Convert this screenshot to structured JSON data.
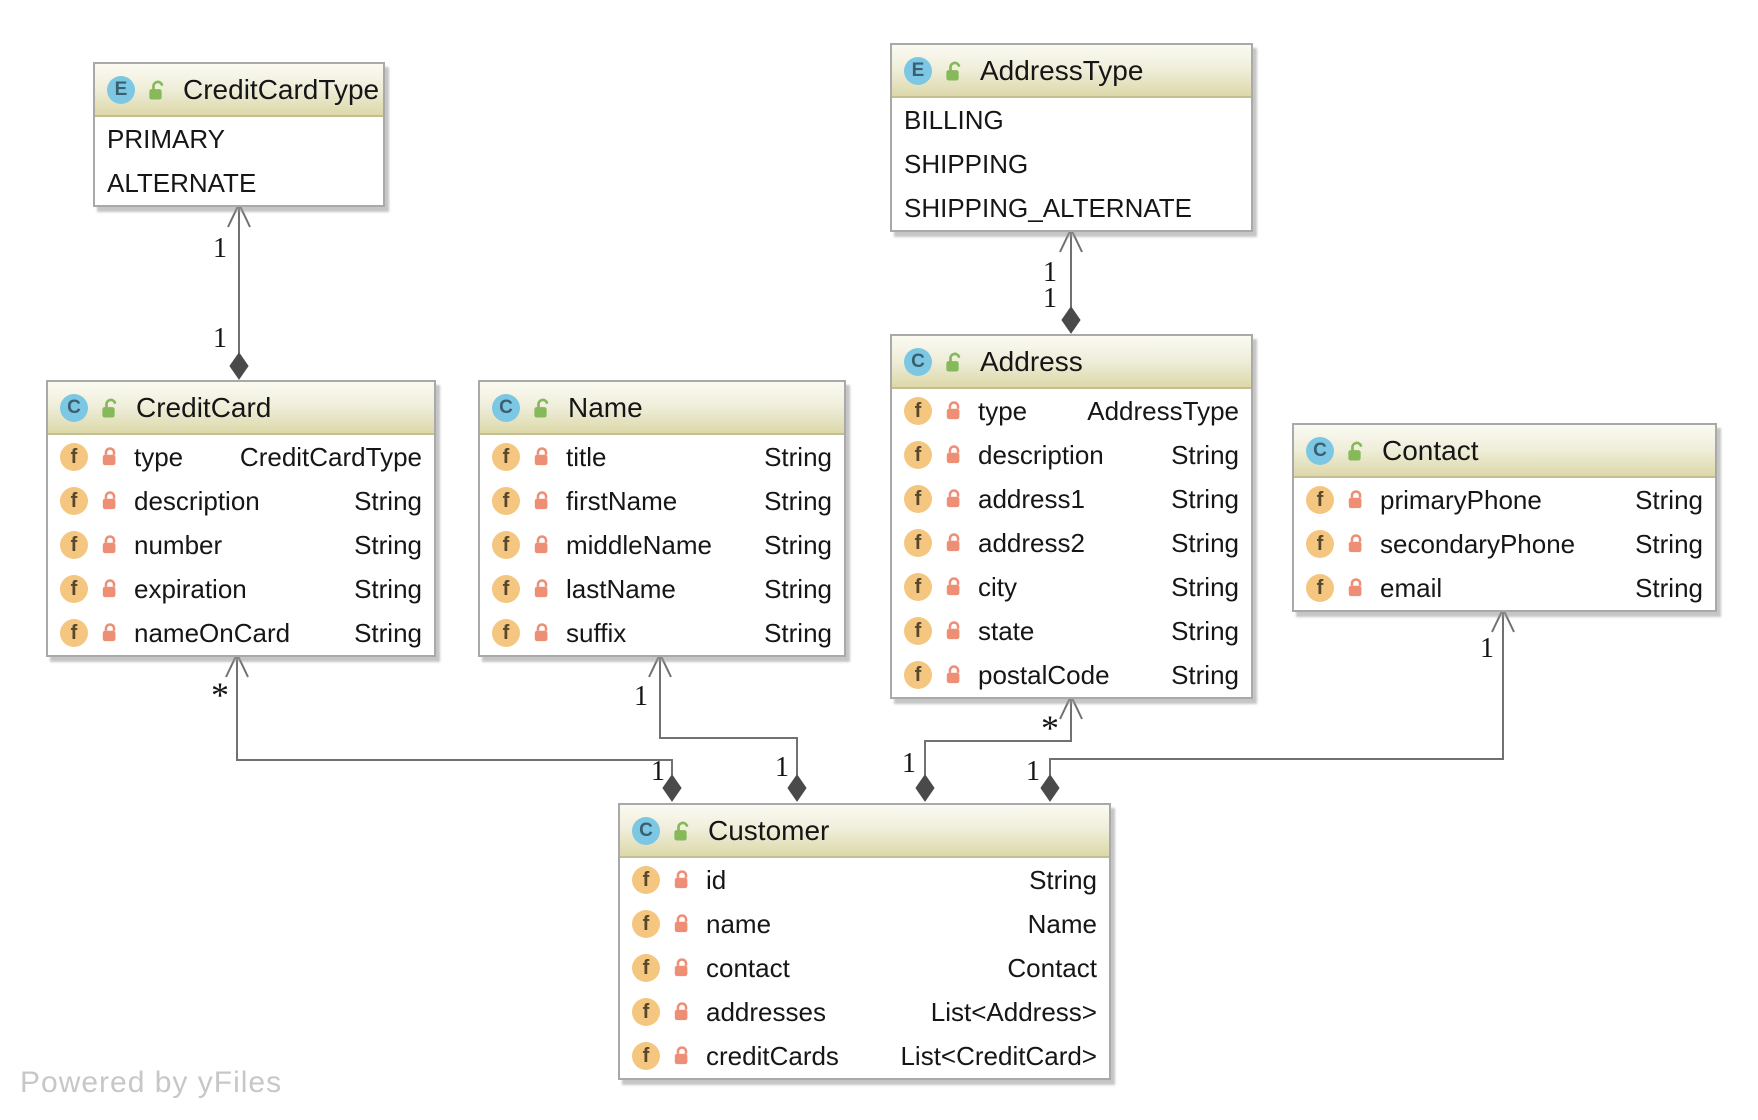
{
  "diagram": {
    "tool_watermark": "Powered by yFiles",
    "kind": "uml-class-diagram"
  },
  "colors": {
    "header_gradient_top": "#fbfaf2",
    "header_gradient_bottom": "#dcd8a9",
    "box_border": "#a9a9a9",
    "edge_line": "#717171",
    "diamond_fill": "#4a4a4a",
    "class_icon_bg": "#7cc7e3",
    "field_icon_bg": "#f4c67f",
    "lock_open_green": "#86b95a",
    "lock_closed_salmon": "#ee8e74",
    "multiplicity_text": "#141414",
    "watermark_text": "#c7c7c7"
  },
  "icons": {
    "class_icon": "C",
    "enum_icon": "E",
    "field_icon": "f",
    "header_lock": "unlocked-icon",
    "field_lock": "locked-icon"
  },
  "boxes": {
    "creditCardType": {
      "kind": "enum",
      "kind_letter": "E",
      "title": "CreditCardType",
      "literals": [
        "PRIMARY",
        "ALTERNATE"
      ]
    },
    "addressType": {
      "kind": "enum",
      "kind_letter": "E",
      "title": "AddressType",
      "literals": [
        "BILLING",
        "SHIPPING",
        "SHIPPING_ALTERNATE"
      ]
    },
    "creditCard": {
      "kind": "class",
      "kind_letter": "C",
      "title": "CreditCard",
      "fields": [
        {
          "name": "type",
          "type": "CreditCardType"
        },
        {
          "name": "description",
          "type": "String"
        },
        {
          "name": "number",
          "type": "String"
        },
        {
          "name": "expiration",
          "type": "String"
        },
        {
          "name": "nameOnCard",
          "type": "String"
        }
      ]
    },
    "name": {
      "kind": "class",
      "kind_letter": "C",
      "title": "Name",
      "fields": [
        {
          "name": "title",
          "type": "String"
        },
        {
          "name": "firstName",
          "type": "String"
        },
        {
          "name": "middleName",
          "type": "String"
        },
        {
          "name": "lastName",
          "type": "String"
        },
        {
          "name": "suffix",
          "type": "String"
        }
      ]
    },
    "address": {
      "kind": "class",
      "kind_letter": "C",
      "title": "Address",
      "fields": [
        {
          "name": "type",
          "type": "AddressType"
        },
        {
          "name": "description",
          "type": "String"
        },
        {
          "name": "address1",
          "type": "String"
        },
        {
          "name": "address2",
          "type": "String"
        },
        {
          "name": "city",
          "type": "String"
        },
        {
          "name": "state",
          "type": "String"
        },
        {
          "name": "postalCode",
          "type": "String"
        }
      ]
    },
    "contact": {
      "kind": "class",
      "kind_letter": "C",
      "title": "Contact",
      "fields": [
        {
          "name": "primaryPhone",
          "type": "String"
        },
        {
          "name": "secondaryPhone",
          "type": "String"
        },
        {
          "name": "email",
          "type": "String"
        }
      ]
    },
    "customer": {
      "kind": "class",
      "kind_letter": "C",
      "title": "Customer",
      "fields": [
        {
          "name": "id",
          "type": "String"
        },
        {
          "name": "name",
          "type": "Name"
        },
        {
          "name": "contact",
          "type": "Contact"
        },
        {
          "name": "addresses",
          "type": "List<Address>"
        },
        {
          "name": "creditCards",
          "type": "List<CreditCard>"
        }
      ]
    }
  },
  "edges": {
    "creditcard_creditcardtype": {
      "near_creditcardtype": "1",
      "near_creditcard": "1"
    },
    "address_addresstype": {
      "near_addresstype": "1",
      "near_address": "1"
    },
    "customer_creditcard": {
      "near_creditcard": "*",
      "near_customer": "1"
    },
    "customer_name": {
      "near_name": "1",
      "near_customer": "1"
    },
    "customer_address": {
      "near_address": "*",
      "near_customer": "1"
    },
    "customer_contact": {
      "near_contact": "1",
      "near_customer": "1"
    }
  }
}
